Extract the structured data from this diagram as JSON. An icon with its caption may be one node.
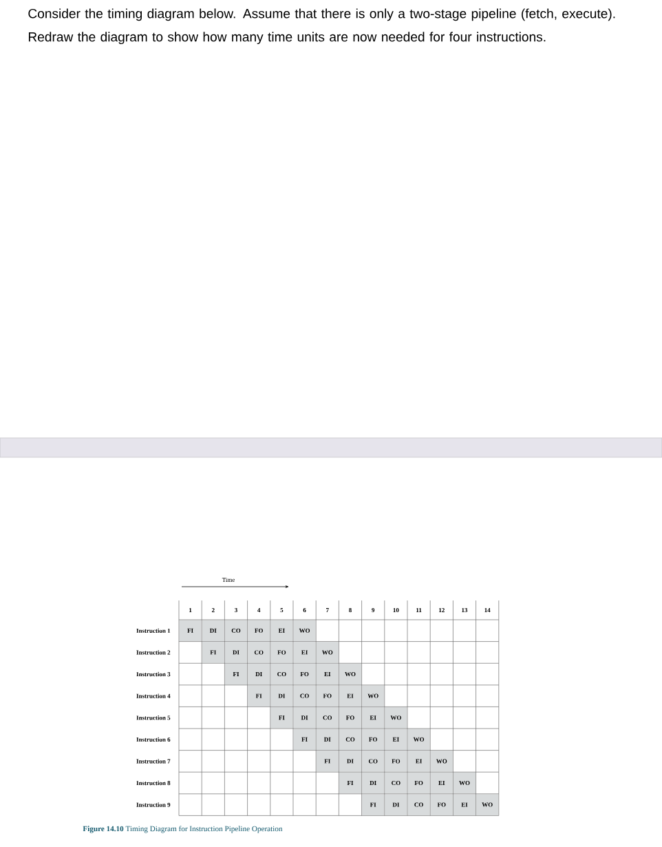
{
  "diagram": {
    "caption": "**Figure 14.10** Timing Diagram for Instruction Pipeline Operation",
    "labels": [
      "Consider the timing diagram below. Assume that there is only a two-stage pipeline (fetch, execute). Redraw the diagram to show how many time units are now needed for four instructions.",
      "Time",
      "1",
      "2",
      "3",
      "4",
      "5",
      "6",
      "7",
      "8",
      "9",
      "10",
      "11",
      "12",
      "13",
      "14",
      "Instruction 1",
      "FI",
      "DI",
      "CO",
      "FO",
      "EI",
      "WO",
      "Instruction 2",
      "FI",
      "DI",
      "CO",
      "FO",
      "EI",
      "WO",
      "Instruction 3",
      "FI",
      "DI",
      "CO",
      "FO",
      "EI",
      "WO",
      "Instruction 4",
      "FI",
      "DI",
      "CO",
      "FO",
      "EI",
      "WO",
      "Instruction 5",
      "FI",
      "DI",
      "CO",
      "FO",
      "EI",
      "WO",
      "Instruction 6",
      "FI",
      "DI",
      "CO",
      "FO",
      "EI",
      "WO",
      "Instruction 7",
      "FI",
      "DI",
      "CO",
      "FO",
      "EI",
      "WO",
      "Instruction 8",
      "FI",
      "DI",
      "CO",
      "FO",
      "EI",
      "WO",
      "Instruction 9",
      "FI",
      "DI",
      "CO",
      "FO",
      "EI",
      "WO"
    ]
  }
}
